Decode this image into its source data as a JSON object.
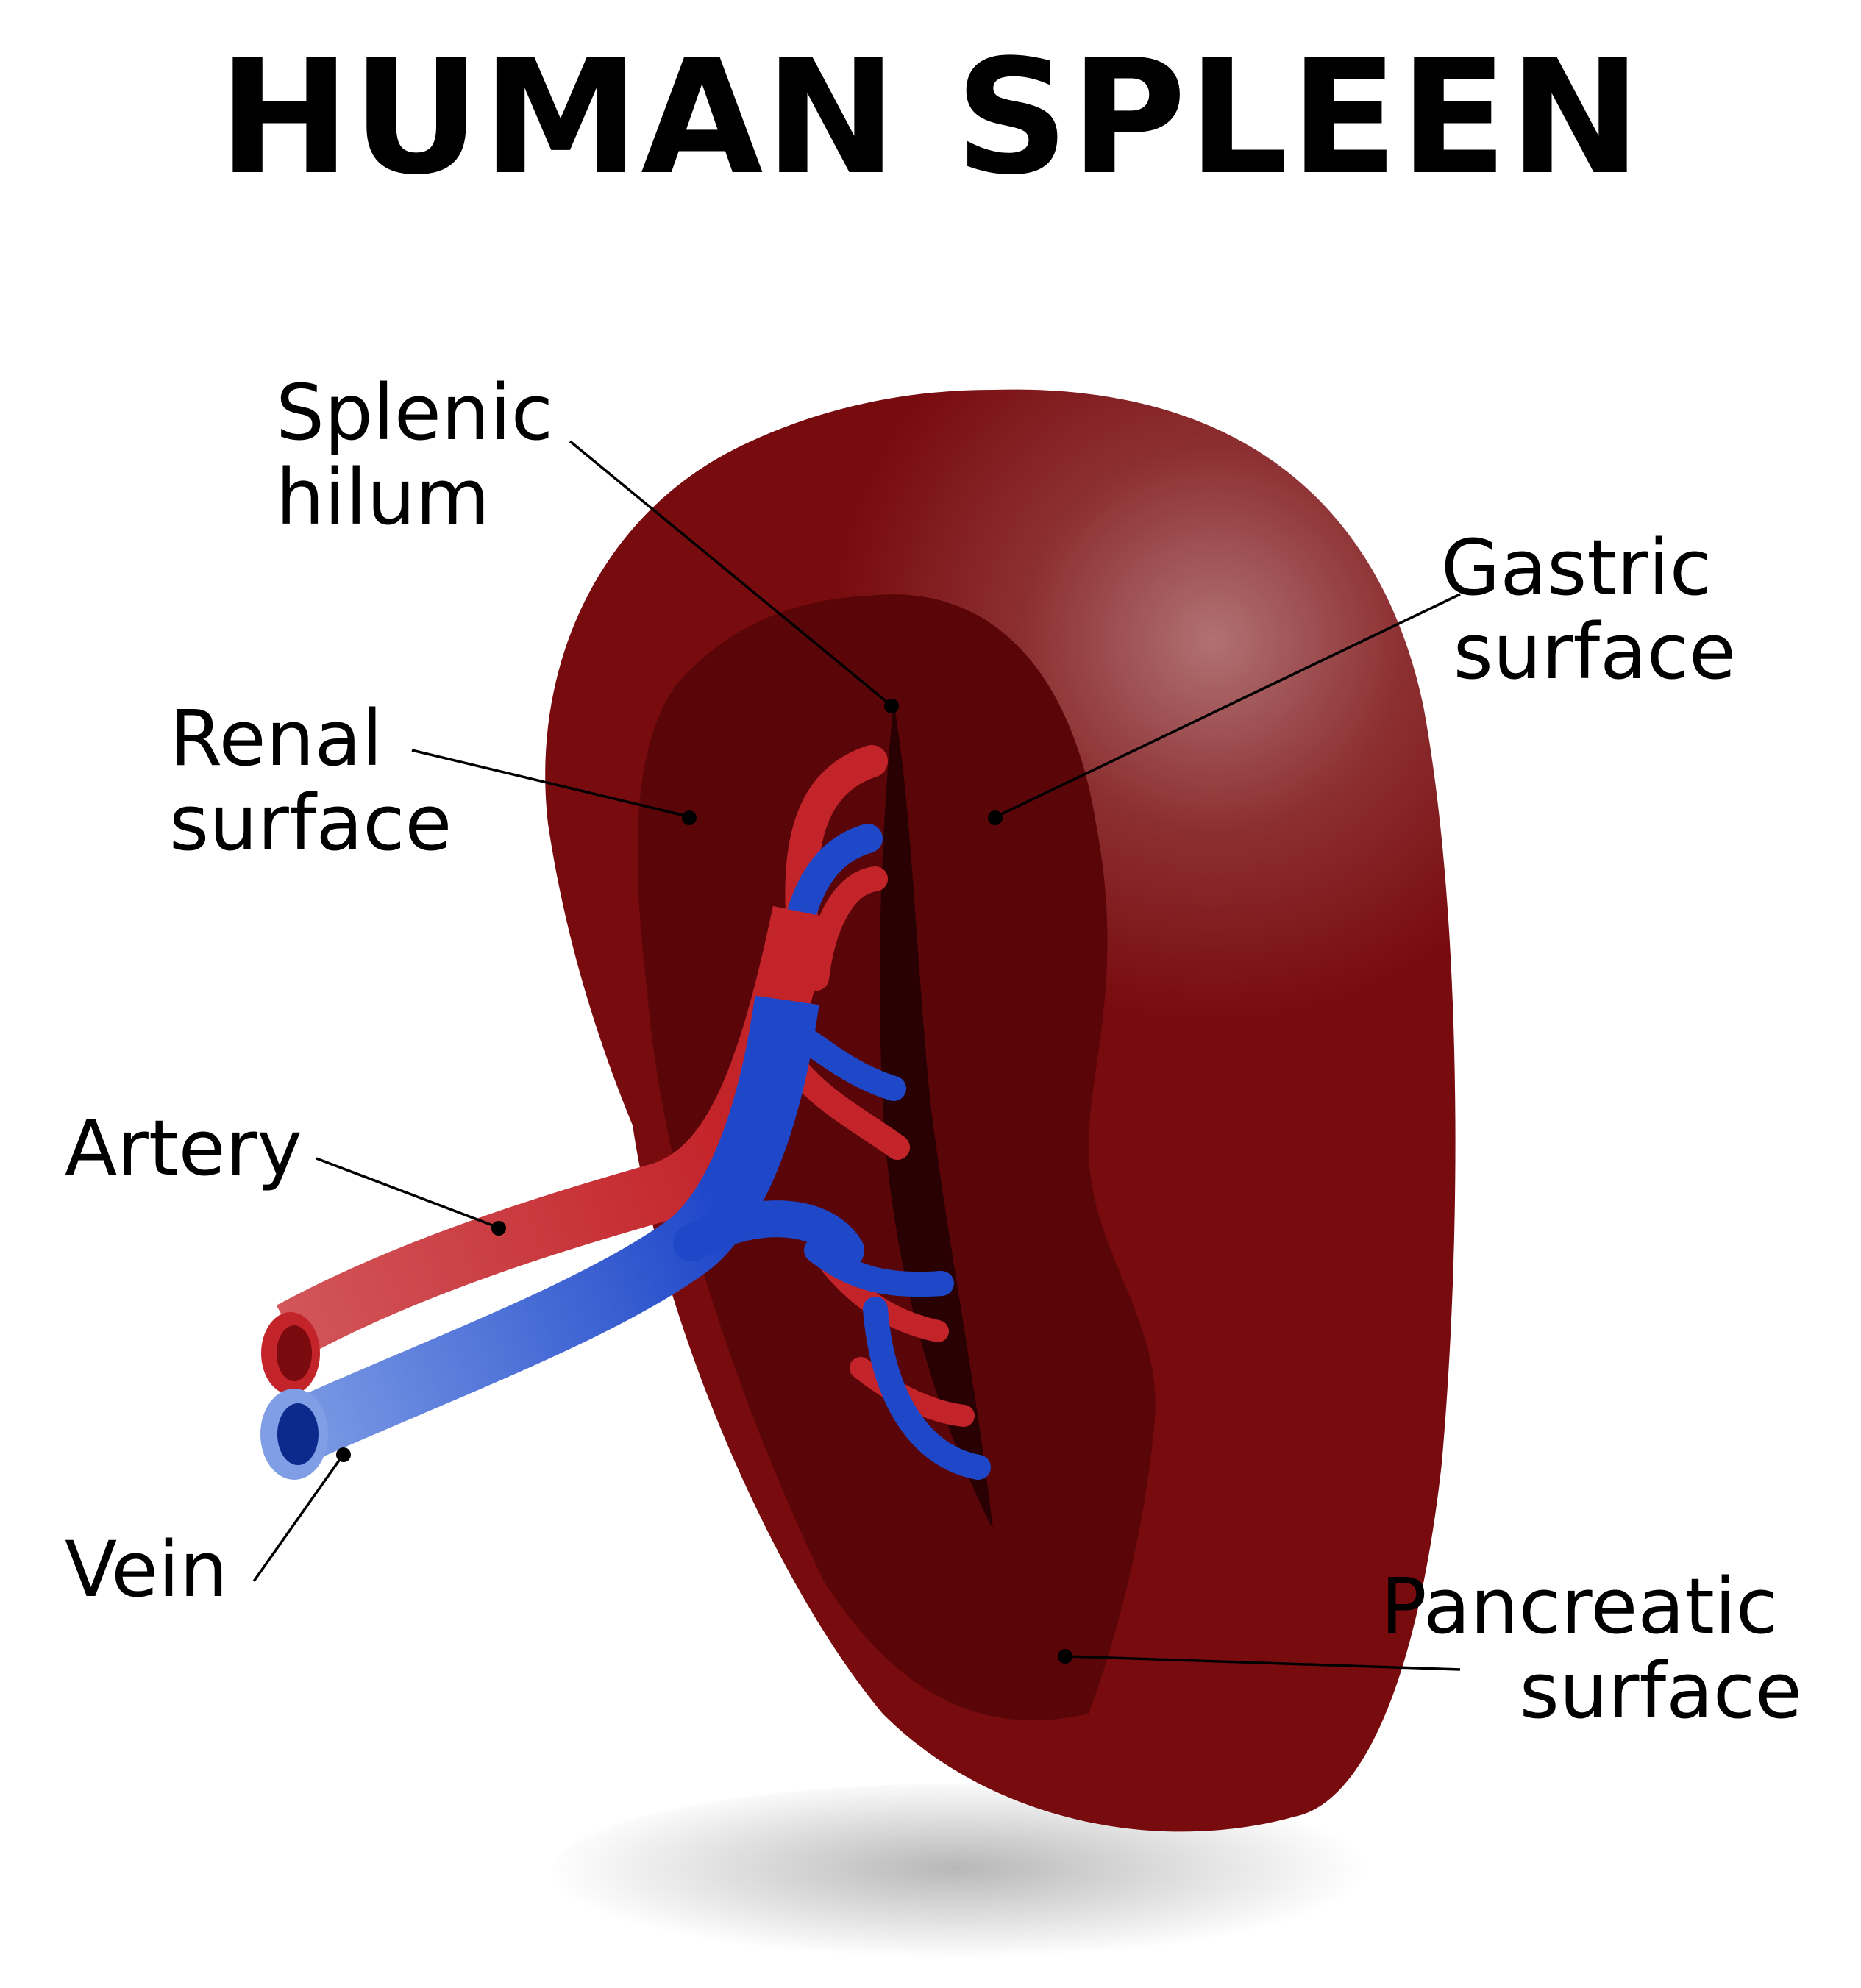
{
  "title": "HUMAN SPLEEN",
  "colors": {
    "spleen": "#780b0e",
    "hilum": "#3f0204",
    "artery": "#c3242a",
    "vein": "#1e48c8",
    "text": "#000000"
  },
  "labels": {
    "splenic_hilum": [
      "Splenic",
      "hilum"
    ],
    "gastric_surface": [
      "Gastric",
      "surface"
    ],
    "renal_surface": [
      "Renal",
      "surface"
    ],
    "artery": [
      "Artery"
    ],
    "vein": [
      "Vein"
    ],
    "pancreatic_surface": [
      "Pancreatic",
      "surface"
    ]
  }
}
